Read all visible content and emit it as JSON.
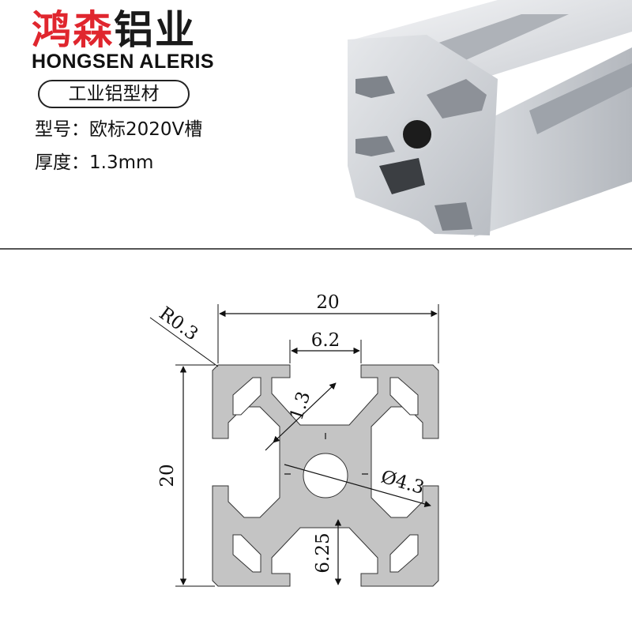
{
  "brand": {
    "name_cn_part1": "鸿森",
    "name_cn_part2": "铝业",
    "name_en": "HONGSEN ALERIS",
    "brand_color": "#e0262e"
  },
  "product_tag": "工业铝型材",
  "specs": {
    "model_label": "型号：",
    "model_value": "欧标2020V槽",
    "thickness_label": "厚度：",
    "thickness_value": "1.3mm"
  },
  "drawing": {
    "width": "20",
    "height": "20",
    "slot_opening": "6.2",
    "radius": "R0.3",
    "wall": "1.3",
    "bore": "Ø4.3",
    "slot_depth": "6.25"
  }
}
